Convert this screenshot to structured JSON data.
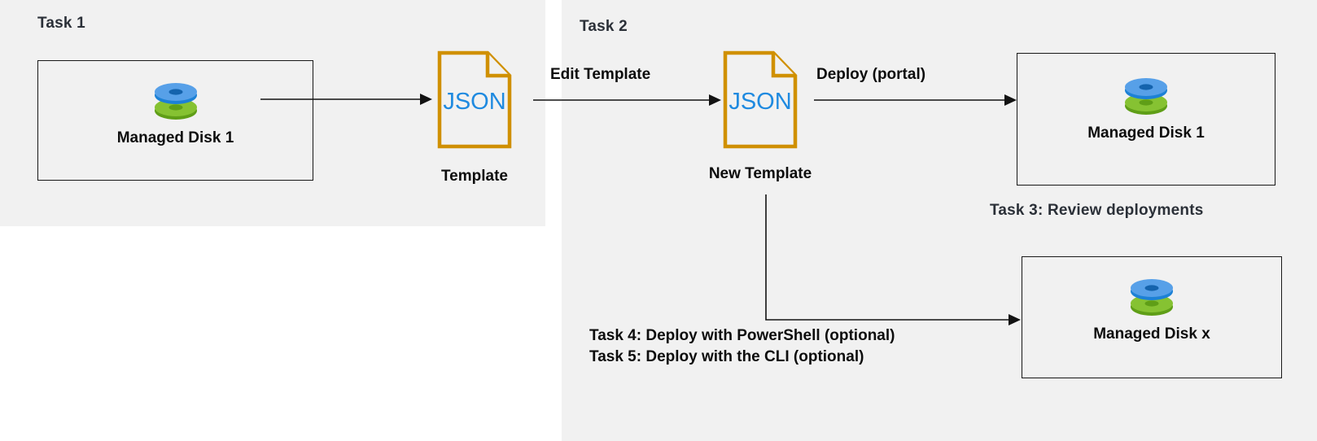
{
  "diagram": {
    "title_semantics": "Azure managed disk template deployment task flow",
    "panels": {
      "left_label": "Task 1",
      "right_label": "Task 2"
    },
    "colors": {
      "panel_bg": "#f1f1f1",
      "page_bg": "#ffffff",
      "task_label": "#2b3038",
      "body_text": "#0d0d0d",
      "box_border": "#181818",
      "connector": "#121212",
      "json_outline": "#d09000",
      "json_text": "#1f8ae0",
      "disk_blue_top": "#57a0e8",
      "disk_blue_side": "#1c81d6",
      "disk_green_top": "#86c232",
      "disk_green_side": "#5f9e17"
    },
    "nodes": {
      "managed_disk_1_left": {
        "caption": "Managed Disk 1",
        "icon": "managed-disk-icon"
      },
      "template": {
        "doc_text": "JSON",
        "caption": "Template",
        "icon": "json-document-icon"
      },
      "new_template": {
        "doc_text": "JSON",
        "caption": "New Template",
        "icon": "json-document-icon"
      },
      "managed_disk_1_right": {
        "caption": "Managed Disk 1",
        "icon": "managed-disk-icon"
      },
      "managed_disk_x": {
        "caption": "Managed Disk x",
        "icon": "managed-disk-icon"
      }
    },
    "connector_labels": {
      "edit_template": "Edit Template",
      "deploy_portal": "Deploy (portal)"
    },
    "annotations": {
      "task3": "Task 3: Review deployments",
      "task4": "Task 4: Deploy with PowerShell (optional)",
      "task5": "Task 5: Deploy with the CLI (optional)"
    }
  }
}
